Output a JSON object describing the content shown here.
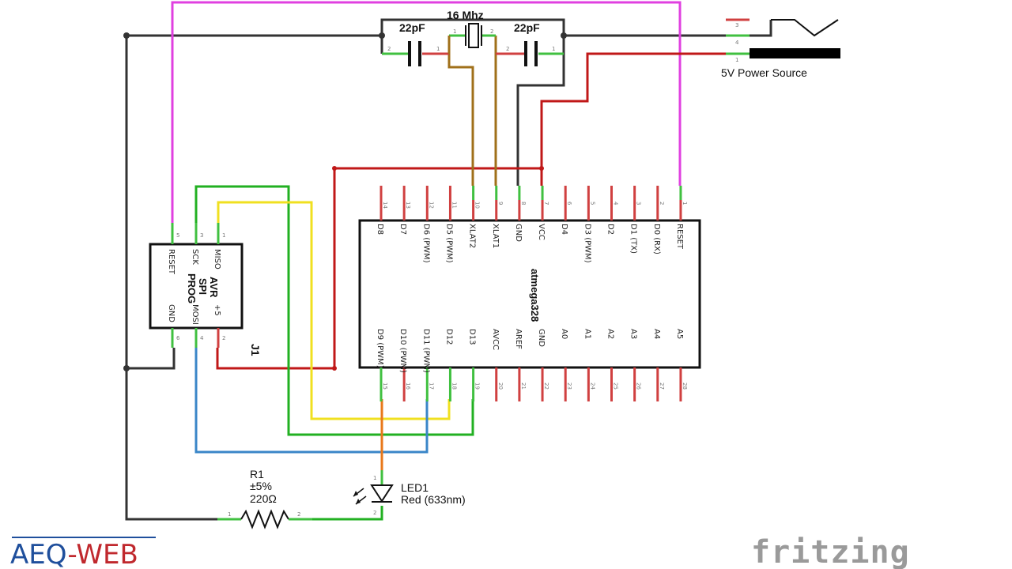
{
  "crystal": {
    "label": "16 Mhz",
    "pin1": "1",
    "pin2": "2"
  },
  "cap_left": {
    "label": "22pF",
    "pin1": "1",
    "pin2": "2"
  },
  "cap_right": {
    "label": "22pF",
    "pin1": "1",
    "pin2": "2"
  },
  "power": {
    "label": "5V Power Source",
    "pins": [
      "3",
      "4",
      "1"
    ]
  },
  "atmega": {
    "name": "atmega328",
    "top_pins": [
      {
        "num": "14",
        "label": "D8"
      },
      {
        "num": "13",
        "label": "D7"
      },
      {
        "num": "12",
        "label": "D6 (PWM)"
      },
      {
        "num": "11",
        "label": "D5 (PWM)"
      },
      {
        "num": "10",
        "label": "XLAT2"
      },
      {
        "num": "9",
        "label": "XLAT1"
      },
      {
        "num": "8",
        "label": "GND"
      },
      {
        "num": "7",
        "label": "VCC"
      },
      {
        "num": "6",
        "label": "D4"
      },
      {
        "num": "5",
        "label": "D3 (PWM)"
      },
      {
        "num": "4",
        "label": "D2"
      },
      {
        "num": "3",
        "label": "D1 (TX)"
      },
      {
        "num": "2",
        "label": "D0 (RX)"
      },
      {
        "num": "1",
        "label": "RESET"
      }
    ],
    "bottom_pins": [
      {
        "num": "15",
        "label": "D9 (PWM)"
      },
      {
        "num": "16",
        "label": "D10 (PWM)"
      },
      {
        "num": "17",
        "label": "D11 (PWM)"
      },
      {
        "num": "18",
        "label": "D12"
      },
      {
        "num": "19",
        "label": "D13"
      },
      {
        "num": "20",
        "label": "AVCC"
      },
      {
        "num": "21",
        "label": "AREF"
      },
      {
        "num": "22",
        "label": "GND"
      },
      {
        "num": "23",
        "label": "A0"
      },
      {
        "num": "24",
        "label": "A1"
      },
      {
        "num": "25",
        "label": "A2"
      },
      {
        "num": "26",
        "label": "A3"
      },
      {
        "num": "27",
        "label": "A4"
      },
      {
        "num": "28",
        "label": "A5"
      }
    ]
  },
  "avr": {
    "title_line1": "AVR",
    "title_line2": "SPI",
    "title_line3": "PROG",
    "connector_label": "J1",
    "top_pins": [
      {
        "num": "5",
        "label": "RESET"
      },
      {
        "num": "3",
        "label": "SCK"
      },
      {
        "num": "1",
        "label": "MISO"
      }
    ],
    "bottom_pins": [
      {
        "num": "6",
        "label": "GND"
      },
      {
        "num": "4",
        "label": "MOSI"
      },
      {
        "num": "2",
        "label": "+5"
      }
    ]
  },
  "resistor": {
    "name": "R1",
    "tolerance": "±5%",
    "value": "220Ω",
    "pin1": "1",
    "pin2": "2"
  },
  "led": {
    "name": "LED1",
    "desc": "Red (633nm)",
    "pin1": "1",
    "pin2": "2"
  },
  "branding": {
    "left_a": "AEQ",
    "left_b": "-WEB",
    "right": "fritzing"
  },
  "colors": {
    "wire_black": "#333333",
    "wire_magenta": "#e040e0",
    "wire_red": "#c01818",
    "wire_green": "#22b022",
    "wire_yellow": "#f0e020",
    "wire_blue": "#3a86c8",
    "wire_brown": "#a0701a",
    "wire_orange": "#e8781a",
    "pin_red": "#d04040",
    "pin_green": "#40c040"
  }
}
